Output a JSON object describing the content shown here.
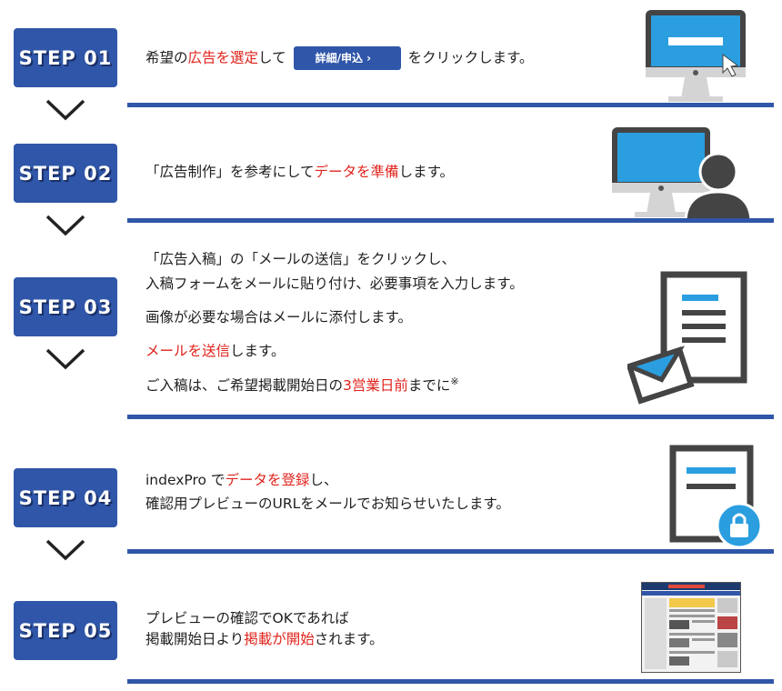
{
  "steps": [
    {
      "badge": "STEP 01"
    },
    {
      "badge": "STEP 02"
    },
    {
      "badge": "STEP 03"
    },
    {
      "badge": "STEP 04"
    },
    {
      "badge": "STEP 05"
    }
  ],
  "s1": {
    "a": "希望の",
    "r1": "広告を選定",
    "b": "して",
    "btn": "詳細/申込 ›",
    "c": "をクリックします。"
  },
  "s2": {
    "a": "「広告制作」を参考にして",
    "r1": "データを準備",
    "b": "します。"
  },
  "s3": {
    "l1": "「広告入稿」の「メールの送信」をクリックし、",
    "l2": "入稿フォームをメールに貼り付け、必要事項を入力します。",
    "l3": "画像が必要な場合はメールに添付します。",
    "l4r": "メールを送信",
    "l4b": "します。",
    "l5a": "ご入稿は、ご希望掲載開始日の",
    "l5r": "3営業日前",
    "l5b": "までに",
    "l5n": "※"
  },
  "s4": {
    "a": "indexPro で",
    "r1": "データを登録",
    "b": "し、",
    "l2": "確認用プレビューのURLをメールでお知らせいたします。"
  },
  "s5": {
    "l1": "プレビューの確認でOKであれば",
    "a": "掲載開始日より",
    "r1": "掲載が開始",
    "b": "されます。"
  },
  "colors": {
    "brand": "#2f56a8",
    "accent_red": "#e0231c",
    "screen_blue": "#2b9ee0",
    "device_gray": "#d4d4d4",
    "dark": "#444444"
  }
}
